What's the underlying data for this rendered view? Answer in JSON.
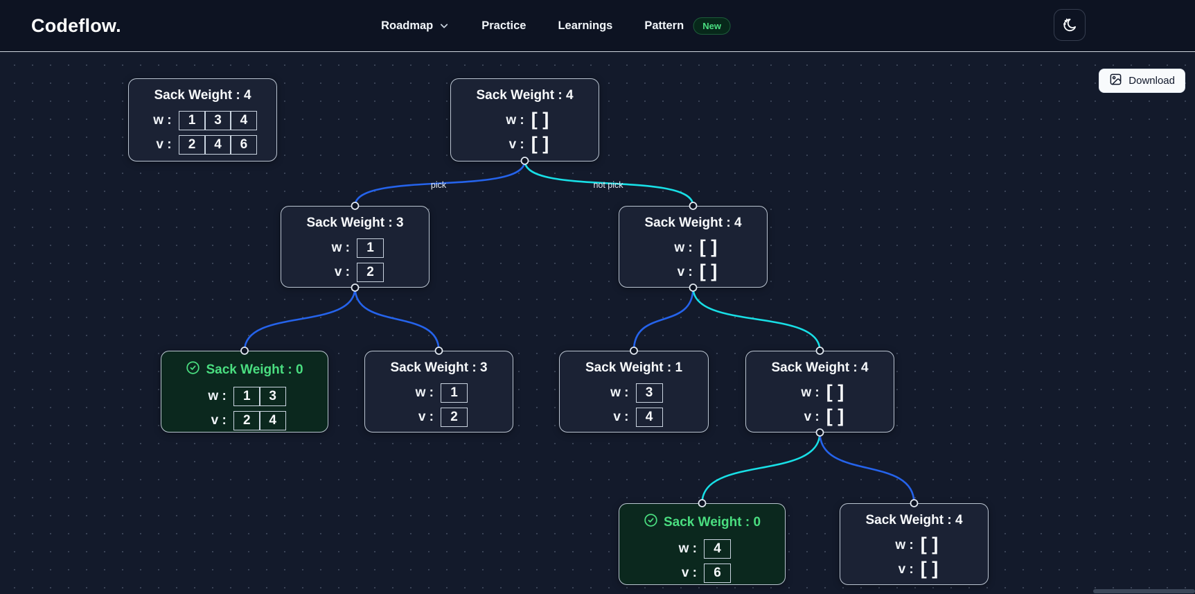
{
  "nav": {
    "logo": "Codeflow.",
    "items": [
      {
        "label": "Roadmap",
        "has_dropdown": true
      },
      {
        "label": "Practice"
      },
      {
        "label": "Learnings"
      },
      {
        "label": "Pattern",
        "badge": "New"
      }
    ],
    "theme_icon": "moon-stars-icon"
  },
  "toolbar": {
    "download_label": "Download"
  },
  "ui": {
    "w_label": "w :",
    "v_label": "v :",
    "empty_array": "[ ]"
  },
  "edges": {
    "pick_label": "pick",
    "not_pick_label": "not pick",
    "pick_color": "#2563eb",
    "not_pick_color": "#18dfe6",
    "label_color": "#e2e8f0"
  },
  "colors": {
    "navbar_bg": "#0d1322",
    "canvas_bg": "#131a2b",
    "node_bg": "#1b2234",
    "success_node_bg": "#0b281e",
    "success_green": "#4ade80",
    "node_border": "#d2dce8"
  },
  "nodes": [
    {
      "id": "items-node",
      "title": "Sack Weight : 4",
      "w": [
        "1",
        "3",
        "4"
      ],
      "v": [
        "2",
        "4",
        "6"
      ],
      "state": "default"
    },
    {
      "id": "root",
      "title": "Sack Weight : 4",
      "w": [],
      "v": [],
      "state": "default"
    },
    {
      "id": "l2-left",
      "title": "Sack Weight : 3",
      "w": [
        "1"
      ],
      "v": [
        "2"
      ],
      "state": "default"
    },
    {
      "id": "l2-right",
      "title": "Sack Weight : 4",
      "w": [],
      "v": [],
      "state": "default"
    },
    {
      "id": "l3-success",
      "title": "Sack Weight : 0",
      "w": [
        "1",
        "3"
      ],
      "v": [
        "2",
        "4"
      ],
      "state": "success"
    },
    {
      "id": "l3-sw3",
      "title": "Sack Weight : 3",
      "w": [
        "1"
      ],
      "v": [
        "2"
      ],
      "state": "default"
    },
    {
      "id": "l3-sw1",
      "title": "Sack Weight : 1",
      "w": [
        "3"
      ],
      "v": [
        "4"
      ],
      "state": "default"
    },
    {
      "id": "l3-sw4",
      "title": "Sack Weight : 4",
      "w": [],
      "v": [],
      "state": "default"
    },
    {
      "id": "l4-success",
      "title": "Sack Weight : 0",
      "w": [
        "4"
      ],
      "v": [
        "6"
      ],
      "state": "success"
    },
    {
      "id": "l4-sw4",
      "title": "Sack Weight : 4",
      "w": [],
      "v": [],
      "state": "default"
    }
  ]
}
